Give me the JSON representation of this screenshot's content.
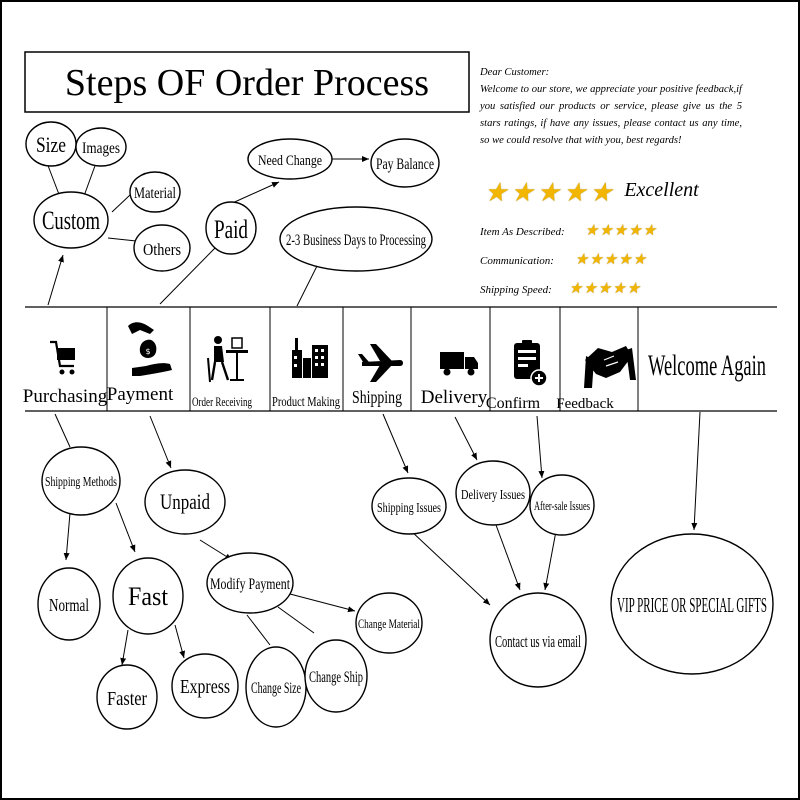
{
  "title": "Steps OF Order Process",
  "letter": {
    "greeting": "Dear Customer:",
    "body": "Welcome to our store, we appreciate your positive feedback,if you satisfied our products or service, please give us the 5 stars ratings, if have any issues, please contact us any time, so we could resolve that with you, best regards!"
  },
  "ratings": {
    "overall_label": "Excellent",
    "overall_stars": 5,
    "items": [
      {
        "label": "Item As Described:",
        "stars": 5
      },
      {
        "label": "Communication:",
        "stars": 5
      },
      {
        "label": "Shipping Speed:",
        "stars": 5
      }
    ]
  },
  "steps": [
    {
      "label": "Purchasing",
      "icon": "shopping-cart-icon"
    },
    {
      "label": "Payment",
      "icon": "payment-hand-icon"
    },
    {
      "label": "Order Receiving",
      "icon": "office-worker-icon"
    },
    {
      "label": "Product Making",
      "icon": "factory-icon"
    },
    {
      "label": "Shipping",
      "icon": "airplane-icon"
    },
    {
      "label": "Delivery",
      "icon": "truck-icon"
    },
    {
      "label": "Confirm",
      "icon": "clipboard-add-icon"
    },
    {
      "label": "Feedback",
      "icon": "handshake-icon"
    },
    {
      "label": "Welcome Again",
      "icon": ""
    }
  ],
  "nodes": {
    "size": "Size",
    "images": "Images",
    "custom": "Custom",
    "material": "Material",
    "others": "Others",
    "paid": "Paid",
    "need_change": "Need Change",
    "pay_balance": "Pay Balance",
    "processing": "2-3 Business Days to Processing",
    "shipping_methods": "Shipping Methods",
    "normal": "Normal",
    "fast": "Fast",
    "faster": "Faster",
    "express": "Express",
    "unpaid": "Unpaid",
    "modify_payment": "Modify Payment",
    "change_size": "Change Size",
    "change_ship": "Change Ship",
    "change_material": "Change Material",
    "shipping_issues": "Shipping Issues",
    "delivery_issues": "Delivery Issues",
    "aftersale_issues": "After-sale Issues",
    "contact_email": "Contact us via email",
    "vip": "VIP PRICE OR SPECIAL GIFTS"
  },
  "colors": {
    "star": "#f2b600",
    "line": "#000000"
  }
}
